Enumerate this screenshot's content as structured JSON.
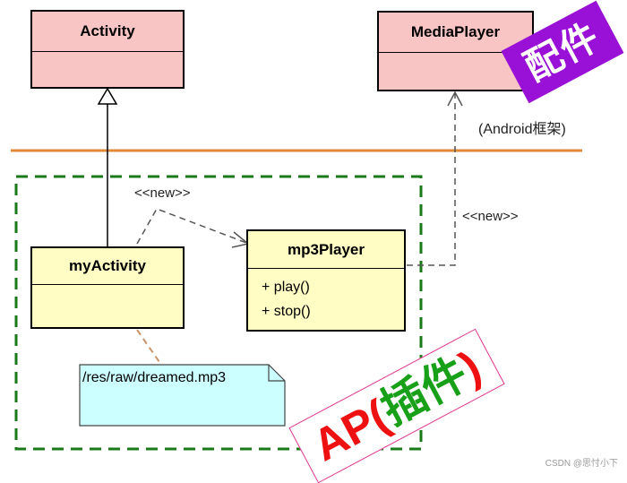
{
  "classes": {
    "activity": {
      "name": "Activity"
    },
    "media_player": {
      "name": "MediaPlayer"
    },
    "my_activity": {
      "name": "myActivity"
    },
    "mp3_player": {
      "name": "mp3Player",
      "methods": [
        "+ play()",
        "+ stop()"
      ]
    }
  },
  "labels": {
    "android_framework": "(Android框架)",
    "new_left": "<<new>>",
    "new_right": "<<new>>"
  },
  "note": {
    "text": "/res/raw/dreamed.mp3"
  },
  "badges": {
    "kit": "配件",
    "ap_prefix": "AP(",
    "ap_plugin": "插件",
    "ap_suffix": ")"
  },
  "watermark": "CSDN @思忖小下",
  "colors": {
    "divider": "#e08a3a",
    "boundary": "#1a7a1a",
    "framework_class": "#f8c4c4",
    "app_class": "#fffdc4",
    "note": "#ccffff",
    "kit_badge": "#9911d6"
  }
}
